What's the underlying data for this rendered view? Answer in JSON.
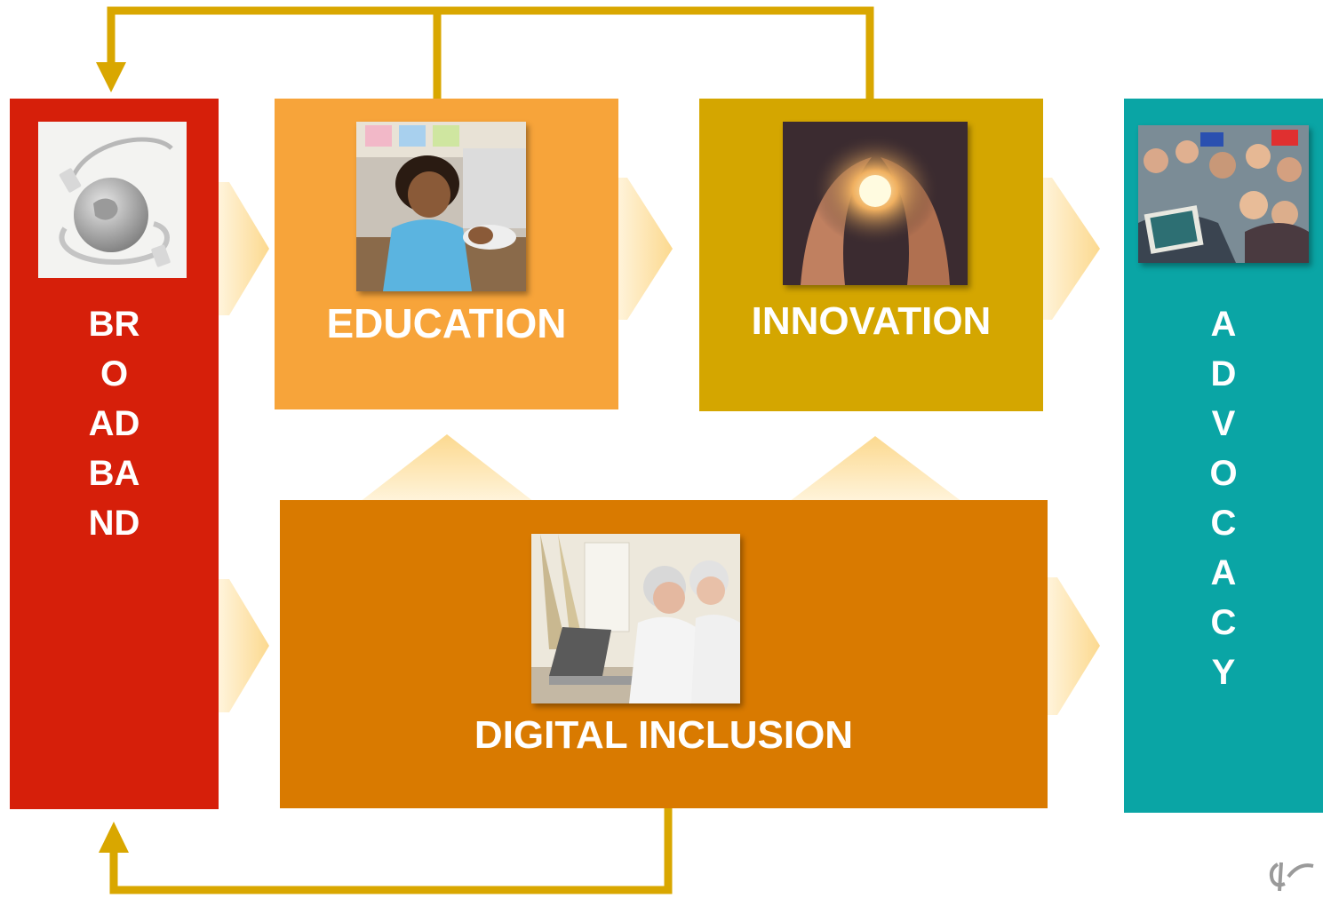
{
  "colors": {
    "broadband": "#d61f0a",
    "education": "#f7a43a",
    "innovation": "#d4a600",
    "advocacy": "#0aa5a5",
    "digital_inclusion": "#d97a00",
    "connector": "#d9a700",
    "chevron": "#fde6b4"
  },
  "nodes": {
    "broadband": {
      "lines": [
        "BR",
        "O",
        "AD",
        "BA",
        "ND"
      ],
      "image": "globe-with-cable"
    },
    "education": {
      "label": "EDUCATION",
      "image": "girl-at-computer"
    },
    "innovation": {
      "label": "INNOVATION",
      "image": "hands-holding-lightbulb"
    },
    "advocacy": {
      "letters": [
        "A",
        "D",
        "V",
        "O",
        "C",
        "A",
        "C",
        "Y"
      ],
      "image": "crowd-with-sign"
    },
    "digital_inclusion": {
      "label": "DIGITAL INCLUSION",
      "image": "seniors-using-laptop"
    }
  },
  "logo": {
    "icon": "corner-logo-icon"
  }
}
